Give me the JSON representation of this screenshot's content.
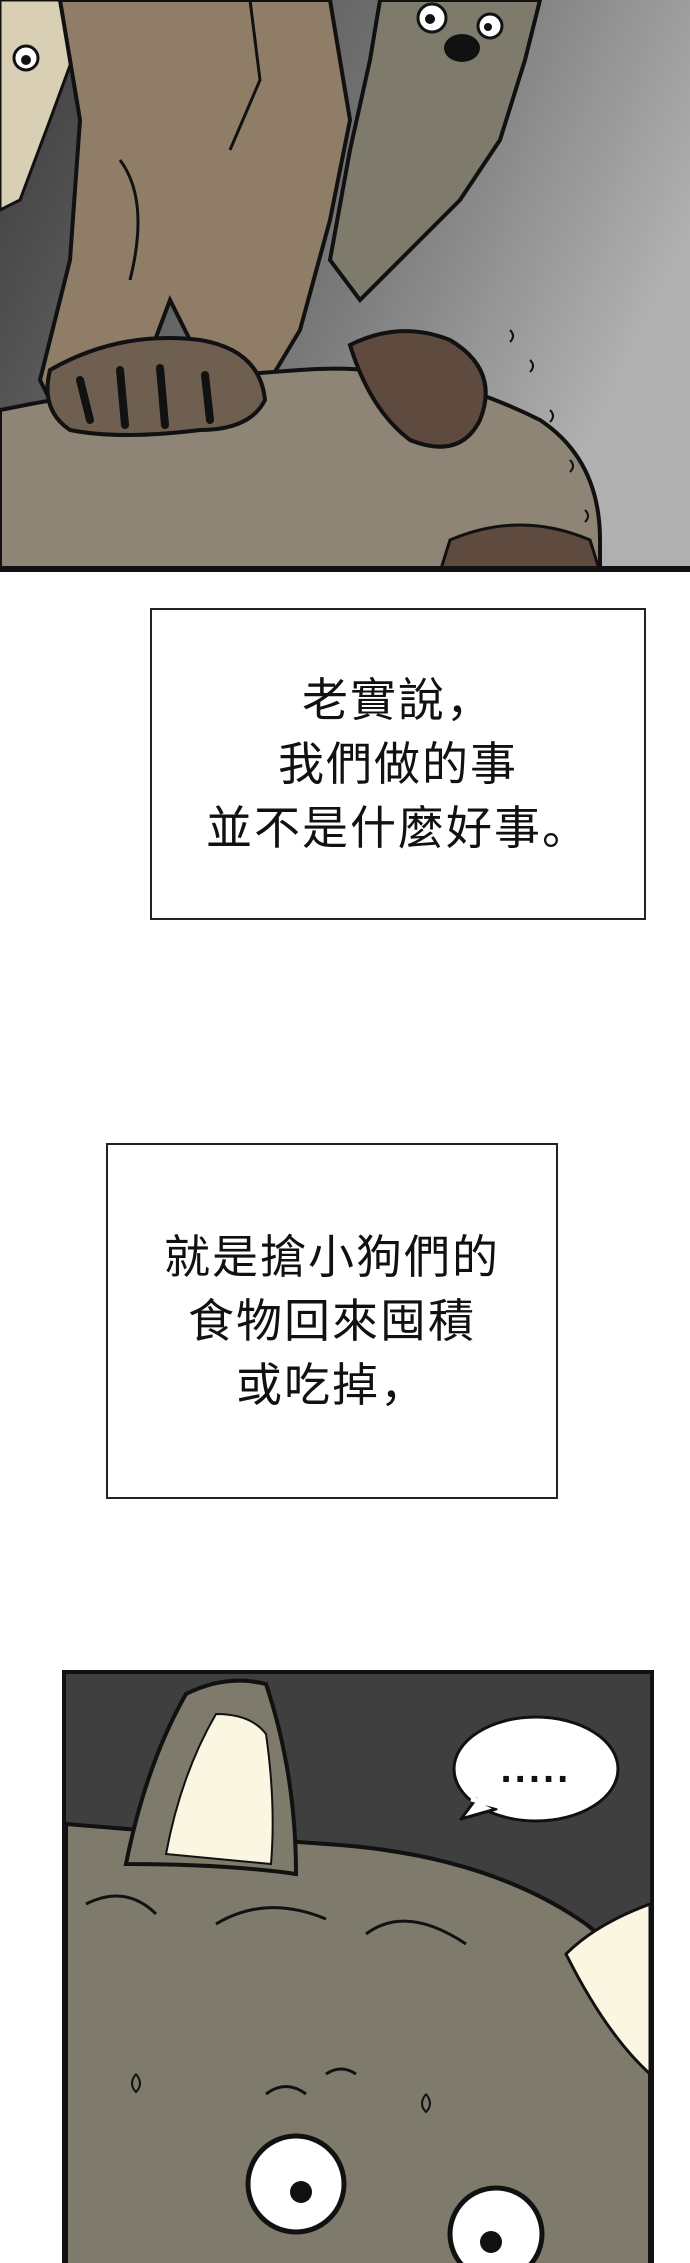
{
  "captions": [
    {
      "lines": [
        "老實說，",
        "我們做的事",
        "並不是什麼好事。"
      ]
    },
    {
      "lines": [
        "就是搶小狗們的",
        "食物回來囤積",
        "或吃掉，"
      ]
    }
  ],
  "speech_bubble": {
    "text": "....."
  },
  "colors": {
    "fur_brown": "#8f7d68",
    "fur_gray": "#7f7b6c",
    "dark_bg": "#3f3f3f",
    "ink": "#111111",
    "ear_inner": "#fbf6e2"
  }
}
